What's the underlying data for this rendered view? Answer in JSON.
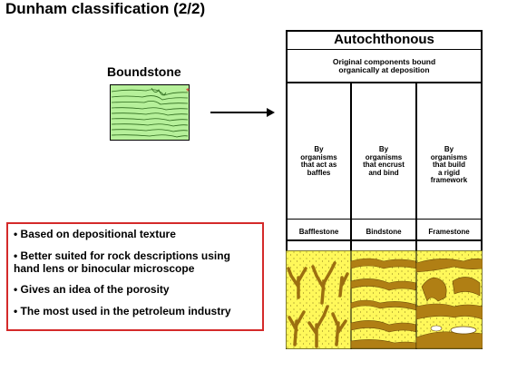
{
  "page": {
    "title": "Dunham classification (2/2)"
  },
  "boundstone": {
    "label": "Boundstone",
    "marker": "*"
  },
  "table": {
    "header": "Autochthonous",
    "subheader_line1": "Original components bound",
    "subheader_line2": "organically at deposition",
    "columns": [
      {
        "desc": [
          "By",
          "organisms",
          "that act as",
          "baffles"
        ],
        "name": "Bafflestone",
        "pattern": "branching-organisms"
      },
      {
        "desc": [
          "By",
          "organisms",
          "that encrust",
          "and bind"
        ],
        "name": "Bindstone",
        "pattern": "encrusting-layers"
      },
      {
        "desc": [
          "By",
          "organisms",
          "that build",
          "a rigid",
          "framework"
        ],
        "name": "Framestone",
        "pattern": "rigid-framework"
      }
    ]
  },
  "notes": {
    "items": [
      "• Based on depositional texture",
      "• Better suited for rock descriptions using hand lens or binocular microscope",
      "• Gives an idea of the porosity",
      "• The most used in the petroleum industry"
    ]
  },
  "colors": {
    "sample_fill": "#b6f09a",
    "sand_yellow": "#fff85a",
    "organism_brown": "#b07f14",
    "note_border": "#d42a2a"
  }
}
